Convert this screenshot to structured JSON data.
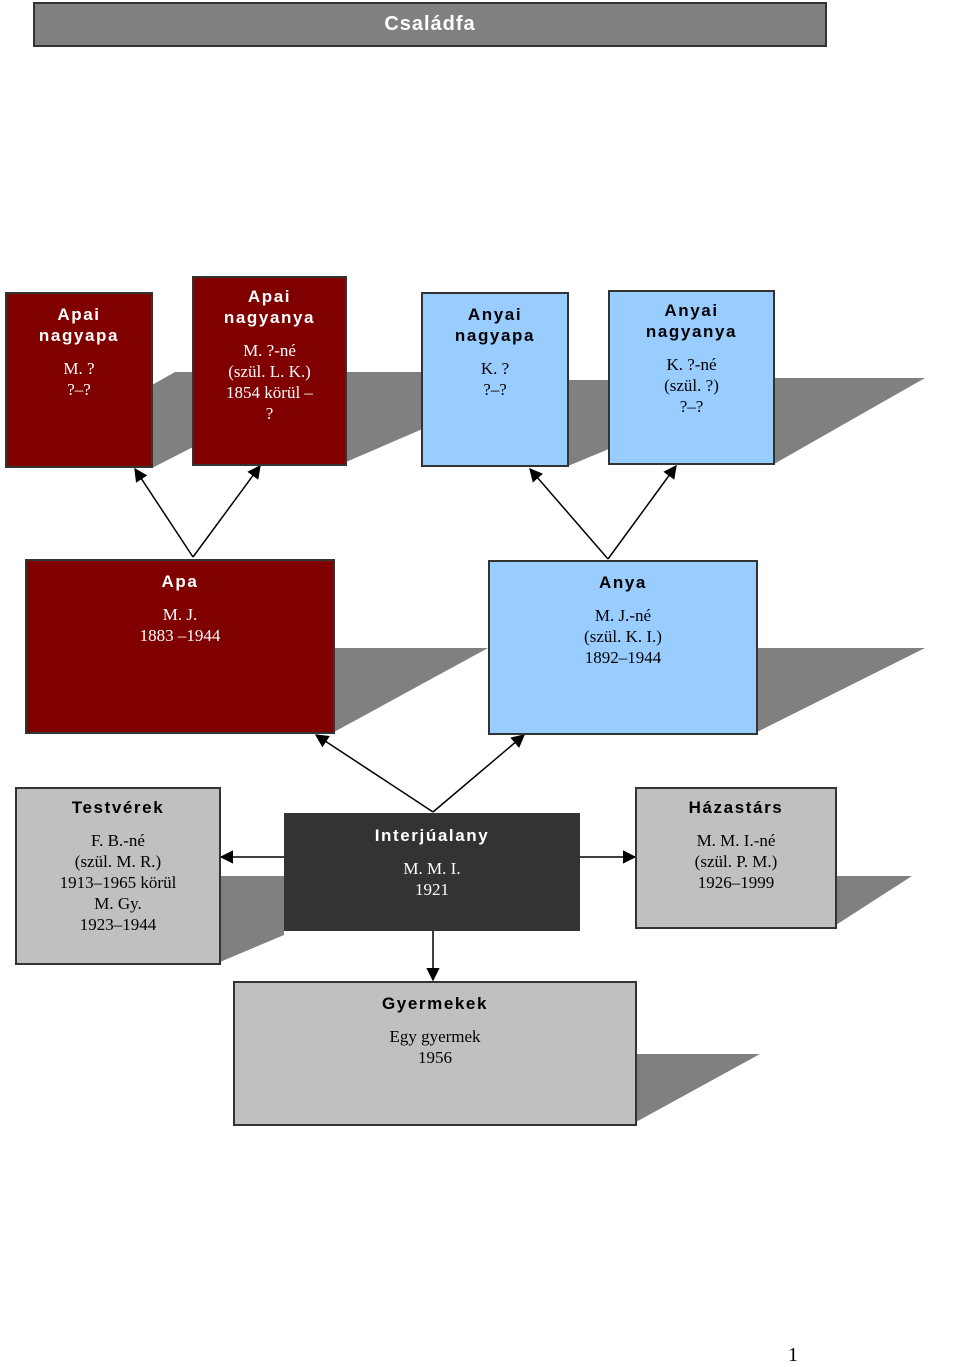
{
  "title": "Családfa",
  "page_number": "1",
  "colors": {
    "paternal": "#800000",
    "maternal": "#99ccff",
    "relatives": "#c0c0c0",
    "interviewee": "#333333",
    "shadow": "#808080"
  },
  "paternal_grandfather": {
    "label_1": "Apai",
    "label_2": "nagyapa",
    "lines": [
      "M. ?",
      "?–?"
    ]
  },
  "paternal_grandmother": {
    "label_1": "Apai",
    "label_2": "nagyanya",
    "lines": [
      "M. ?-né",
      "(szül. L. K.)",
      "1854 körül –",
      "?"
    ]
  },
  "maternal_grandfather": {
    "label_1": "Anyai",
    "label_2": "nagyapa",
    "lines": [
      "K. ?",
      "?–?"
    ]
  },
  "maternal_grandmother": {
    "label_1": "Anyai",
    "label_2": "nagyanya",
    "lines": [
      "K. ?-né",
      "(szül. ?)",
      "?–?"
    ]
  },
  "father": {
    "label": "Apa",
    "lines": [
      "M. J.",
      "1883 –1944"
    ]
  },
  "mother": {
    "label": "Anya",
    "lines": [
      "M. J.-né",
      "(szül. K. I.)",
      "1892–1944"
    ]
  },
  "siblings": {
    "label": "Testvérek",
    "lines": [
      "F. B.-né",
      "(szül. M. R.)",
      "1913–1965 körül",
      "M. Gy.",
      "1923–1944"
    ]
  },
  "interviewee": {
    "label": "Interjúalany",
    "lines": [
      "M. M. I.",
      "1921"
    ]
  },
  "spouse": {
    "label": "Házastárs",
    "lines": [
      "M. M. I.-né",
      "(szül. P. M.)",
      "1926–1999"
    ]
  },
  "children": {
    "label": "Gyermekek",
    "lines": [
      "Egy gyermek",
      "1956"
    ]
  }
}
